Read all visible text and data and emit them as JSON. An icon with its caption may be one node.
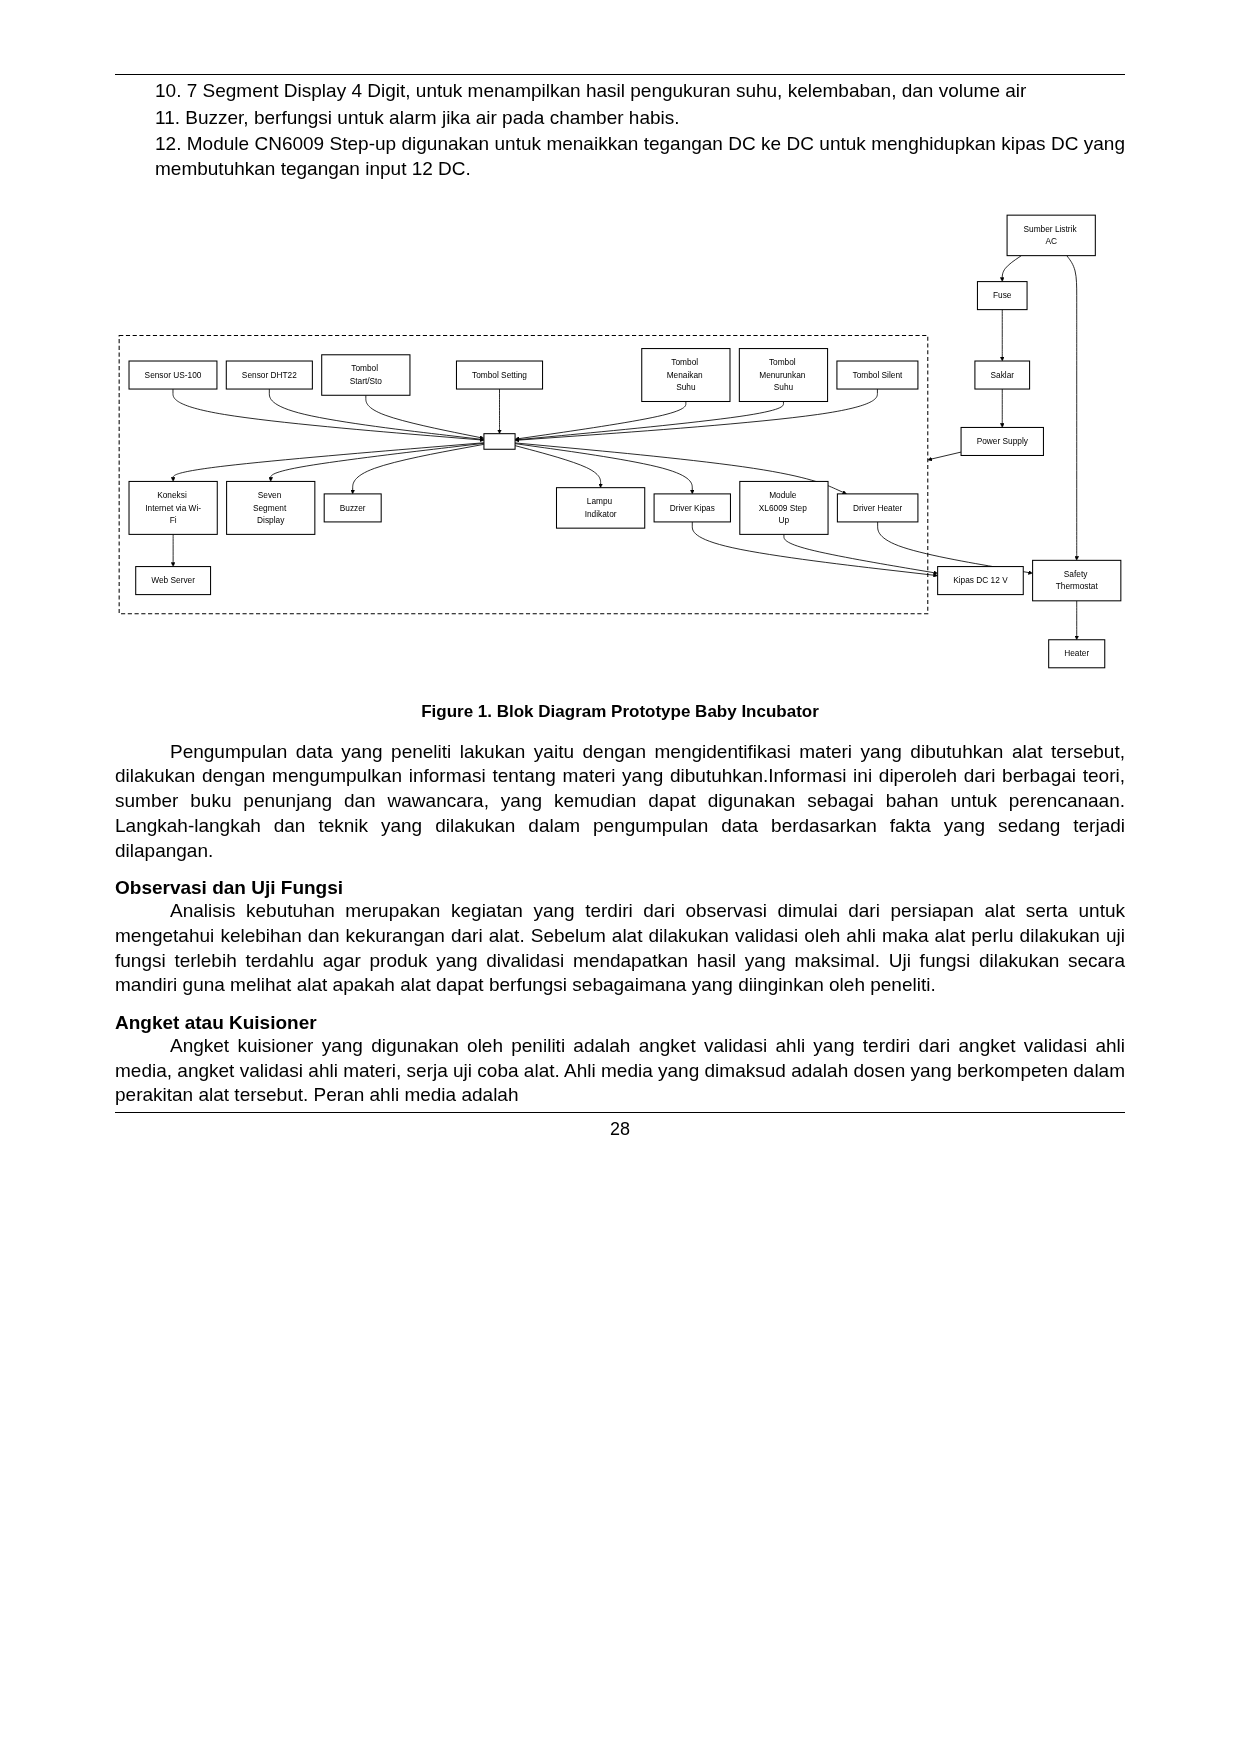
{
  "diagram": {
    "caption": "Figure 1. Blok Diagram Prototype Baby Incubator",
    "nodes": [
      {
        "text": [
          "Sumber Listrik AC"
        ]
      },
      {
        "text": [
          "Fuse"
        ]
      },
      {
        "text": [
          "Saklar"
        ]
      },
      {
        "text": [
          "Power Supply"
        ]
      },
      {
        "text": [
          "Safety Thermostat"
        ]
      },
      {
        "text": [
          "Heater"
        ]
      },
      {
        "text": [],
        "shape": "box"
      },
      {
        "text": [
          "Driver Heater"
        ],
        "in": 6
      },
      {
        "text": [
          "Seven Segment Display"
        ],
        "in": 6
      },
      {
        "text": [
          "Buzzer"
        ],
        "in": 6
      },
      {
        "text": [
          "Lampu Indikator"
        ],
        "in": 6
      },
      {
        "text": [
          "Driver Kipas"
        ],
        "in": 6
      },
      {
        "text": [
          "Module XL6009 Step Up"
        ],
        "in": 6
      },
      {
        "text": [
          "Web Server"
        ],
        "in": 6
      },
      {
        "text": [],
        "shape": "box",
        "in": 6
      },
      {
        "text": [
          "Koneksi Internet via Wi-Fi"
        ],
        "in": 6
      },
      {
        "text": [
          "Sensor US-100"
        ],
        "in": 6
      },
      {
        "text": [
          "Sensor DHT22"
        ],
        "in": 6
      },
      {
        "text": [
          "Tombol Start/Sto"
        ],
        "in": 6
      },
      {
        "text": [
          "Tombol Setting"
        ],
        "in": 6
      },
      {
        "text": [
          "Tombol Menaikan Suhu"
        ],
        "in": 6
      },
      {
        "text": [
          "Tombol Menurunkan Suhu"
        ],
        "in": 6
      },
      {
        "text": [
          "Tombol Silent"
        ],
        "in": 6
      },
      {
        "text": [
          "Kipas DC 12 V"
        ]
      }
    ],
    "edges": [
      {
        "from": 0,
        "to": 1,
        "arrow": "to"
      },
      {
        "from": 1,
        "to": 2,
        "arrow": "to"
      },
      {
        "from": 2,
        "to": 3,
        "arrow": "to"
      },
      {
        "from": 0,
        "to": 4,
        "arrow": "to"
      },
      {
        "from": 3,
        "to": 6,
        "arrow": "to"
      },
      {
        "from": 7,
        "to": 4,
        "arrow": "to"
      },
      {
        "from": 4,
        "to": 5,
        "arrow": "to"
      },
      {
        "from": 14,
        "to": 7,
        "arrow": "to"
      },
      {
        "from": 14,
        "to": 8,
        "arrow": "to"
      },
      {
        "from": 14,
        "to": 9,
        "arrow": "to"
      },
      {
        "from": 14,
        "to": 10,
        "arrow": "to"
      },
      {
        "from": 14,
        "to": 11,
        "arrow": "to"
      },
      {
        "from": 11,
        "to": 23,
        "arrow": "to"
      },
      {
        "from": 12,
        "to": 23,
        "arrow": "to"
      },
      {
        "from": 14,
        "to": 15,
        "arrow": "to"
      },
      {
        "from": 15,
        "to": 13,
        "arrow": "to"
      },
      {
        "from": 16,
        "to": 14,
        "arrow": "to"
      },
      {
        "from": 17,
        "to": 14,
        "arrow": "to"
      },
      {
        "from": 18,
        "to": 14,
        "arrow": "to"
      },
      {
        "from": 19,
        "to": 14,
        "arrow": "to"
      },
      {
        "from": 20,
        "to": 14,
        "arrow": "to"
      },
      {
        "from": 21,
        "to": 14,
        "arrow": "to"
      },
      {
        "from": 22,
        "to": 14,
        "arrow": "to"
      }
    ],
    "labels": [
      "10. 7 Segment Display 4 Digit, untuk menampilkan hasil pengukuran suhu, kelembaban, dan volume air",
      "11. Buzzer, berfungsi untuk alarm jika air pada chamber habis.",
      "12. Module CN6009 Step-up digunakan untuk menaikkan tegangan DC ke DC untuk menghidupkan kipas DC yang membutuhkan tegangan input 12 DC.",
      "Pengumpulan data yang peneliti lakukan yaitu dengan mengidentifikasi materi yang dibutuhkan alat tersebut, dilakukan dengan mengumpulkan informasi tentang materi yang dibutuhkan.Informasi ini diperoleh dari berbagai teori, sumber buku penunjang dan wawancara, yang kemudian dapat digunakan sebagai bahan untuk perencanaan. Langkah-langkah dan teknik yang dilakukan dalam pengumpulan data berdasarkan fakta yang sedang terjadi dilapangan.",
      "Observasi dan Uji Fungsi",
      "Analisis kebutuhan merupakan kegiatan yang terdiri dari observasi dimulai dari persiapan alat serta untuk mengetahui kelebihan dan kekurangan dari alat. Sebelum alat dilakukan validasi oleh ahli maka alat perlu dilakukan uji fungsi terlebih terdahlu agar produk yang divalidasi mendapatkan hasil yang maksimal. Uji fungsi dilakukan secara mandiri guna melihat alat apakah alat dapat berfungsi sebagaimana yang diinginkan oleh peneliti.",
      "Angket atau Kuisioner",
      "Angket kuisioner yang digunakan oleh peniliti adalah angket validasi ahli yang terdiri dari angket validasi ahli media, angket validasi ahli materi, serja uji coba alat. Ahli media yang dimaksud adalah dosen yang berkompeten dalam perakitan alat tersebut. Peran ahli media adalah",
      "28"
    ]
  }
}
